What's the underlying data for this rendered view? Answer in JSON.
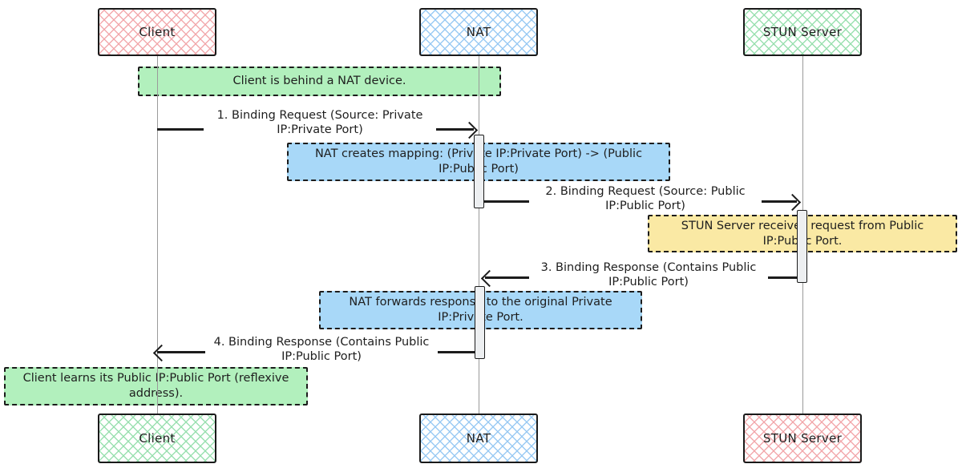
{
  "diagram_type": "sequence-diagram",
  "actors": {
    "top": [
      {
        "label": "Client",
        "style": "pink-crosshatch"
      },
      {
        "label": "NAT",
        "style": "blue-crosshatch"
      },
      {
        "label": "STUN Server",
        "style": "green-crosshatch"
      }
    ],
    "bottom": [
      {
        "label": "Client",
        "style": "green-crosshatch"
      },
      {
        "label": "NAT",
        "style": "blue-crosshatch"
      },
      {
        "label": "STUN Server",
        "style": "pink-crosshatch"
      }
    ]
  },
  "messages": [
    {
      "label": "1. Binding Request (Source: Private IP:Private Port)",
      "from": "Client",
      "to": "NAT",
      "direction": "right"
    },
    {
      "label": "2. Binding Request (Source: Public IP:Public Port)",
      "from": "NAT",
      "to": "STUN Server",
      "direction": "right"
    },
    {
      "label": "3. Binding Response (Contains Public IP:Public Port)",
      "from": "STUN Server",
      "to": "NAT",
      "direction": "left"
    },
    {
      "label": "4. Binding Response (Contains Public IP:Public Port)",
      "from": "NAT",
      "to": "Client",
      "direction": "left"
    }
  ],
  "notes": [
    {
      "text": "Client is behind a NAT device.",
      "color": "green",
      "over": "Client-NAT"
    },
    {
      "text": "NAT creates mapping: (Private IP:Private Port) -> (Public IP:Public Port)",
      "color": "blue",
      "over": "NAT"
    },
    {
      "text": "STUN Server receives request from Public IP:Public Port.",
      "color": "yellow",
      "over": "STUN Server"
    },
    {
      "text": "NAT forwards response to the original Private IP:Private Port.",
      "color": "blue",
      "over": "NAT"
    },
    {
      "text": "Client learns its Public IP:Public Port (reflexive address).",
      "color": "green",
      "over": "Client"
    }
  ],
  "palette": {
    "ink": "#1e1e1e",
    "lifeline_gray": "#9a9a9a",
    "activation_fill": "#edeff1",
    "pink_hatch": "#f2a6aa",
    "blue_hatch": "#96c8f3",
    "green_hatch": "#96dfad",
    "note_green": "#b2f0bd",
    "note_blue": "#a8d8f8",
    "note_yellow": "#fae9a4"
  }
}
